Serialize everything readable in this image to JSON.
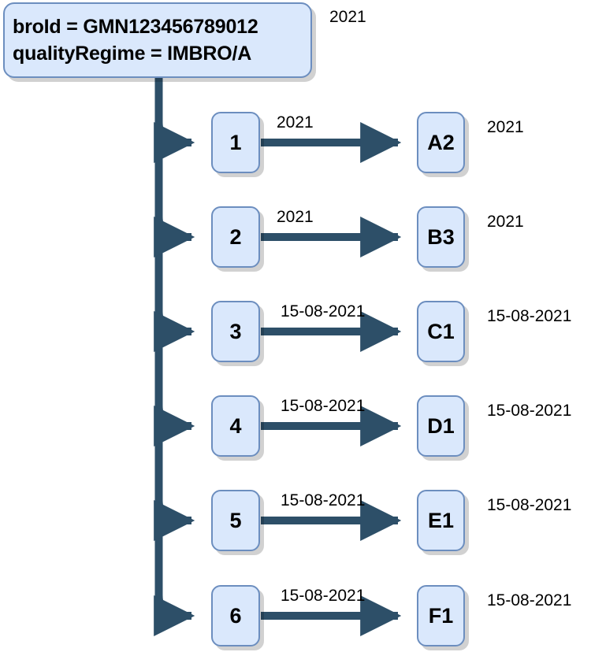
{
  "diagram": {
    "title_box": {
      "line1": "broId = GMN123456789012",
      "line2": "qualityRegime = IMBRO/A",
      "side_label": "2021"
    },
    "colors": {
      "node_fill": "#dae8fc",
      "node_border": "#6c8ebf",
      "connector": "#2d4f68",
      "shadow": "#b3b3b3",
      "text": "#000000",
      "background": "#ffffff"
    },
    "rows": [
      {
        "left_label": "1",
        "right_label": "A2",
        "edge_label": "2021",
        "side_label": "2021"
      },
      {
        "left_label": "2",
        "right_label": "B3",
        "edge_label": "2021",
        "side_label": "2021"
      },
      {
        "left_label": "3",
        "right_label": "C1",
        "edge_label": "15-08-2021",
        "side_label": "15-08-2021"
      },
      {
        "left_label": "4",
        "right_label": "D1",
        "edge_label": "15-08-2021",
        "side_label": "15-08-2021"
      },
      {
        "left_label": "5",
        "right_label": "E1",
        "edge_label": "15-08-2021",
        "side_label": "15-08-2021"
      },
      {
        "left_label": "6",
        "right_label": "F1",
        "edge_label": "15-08-2021",
        "side_label": "15-08-2021"
      }
    ]
  }
}
